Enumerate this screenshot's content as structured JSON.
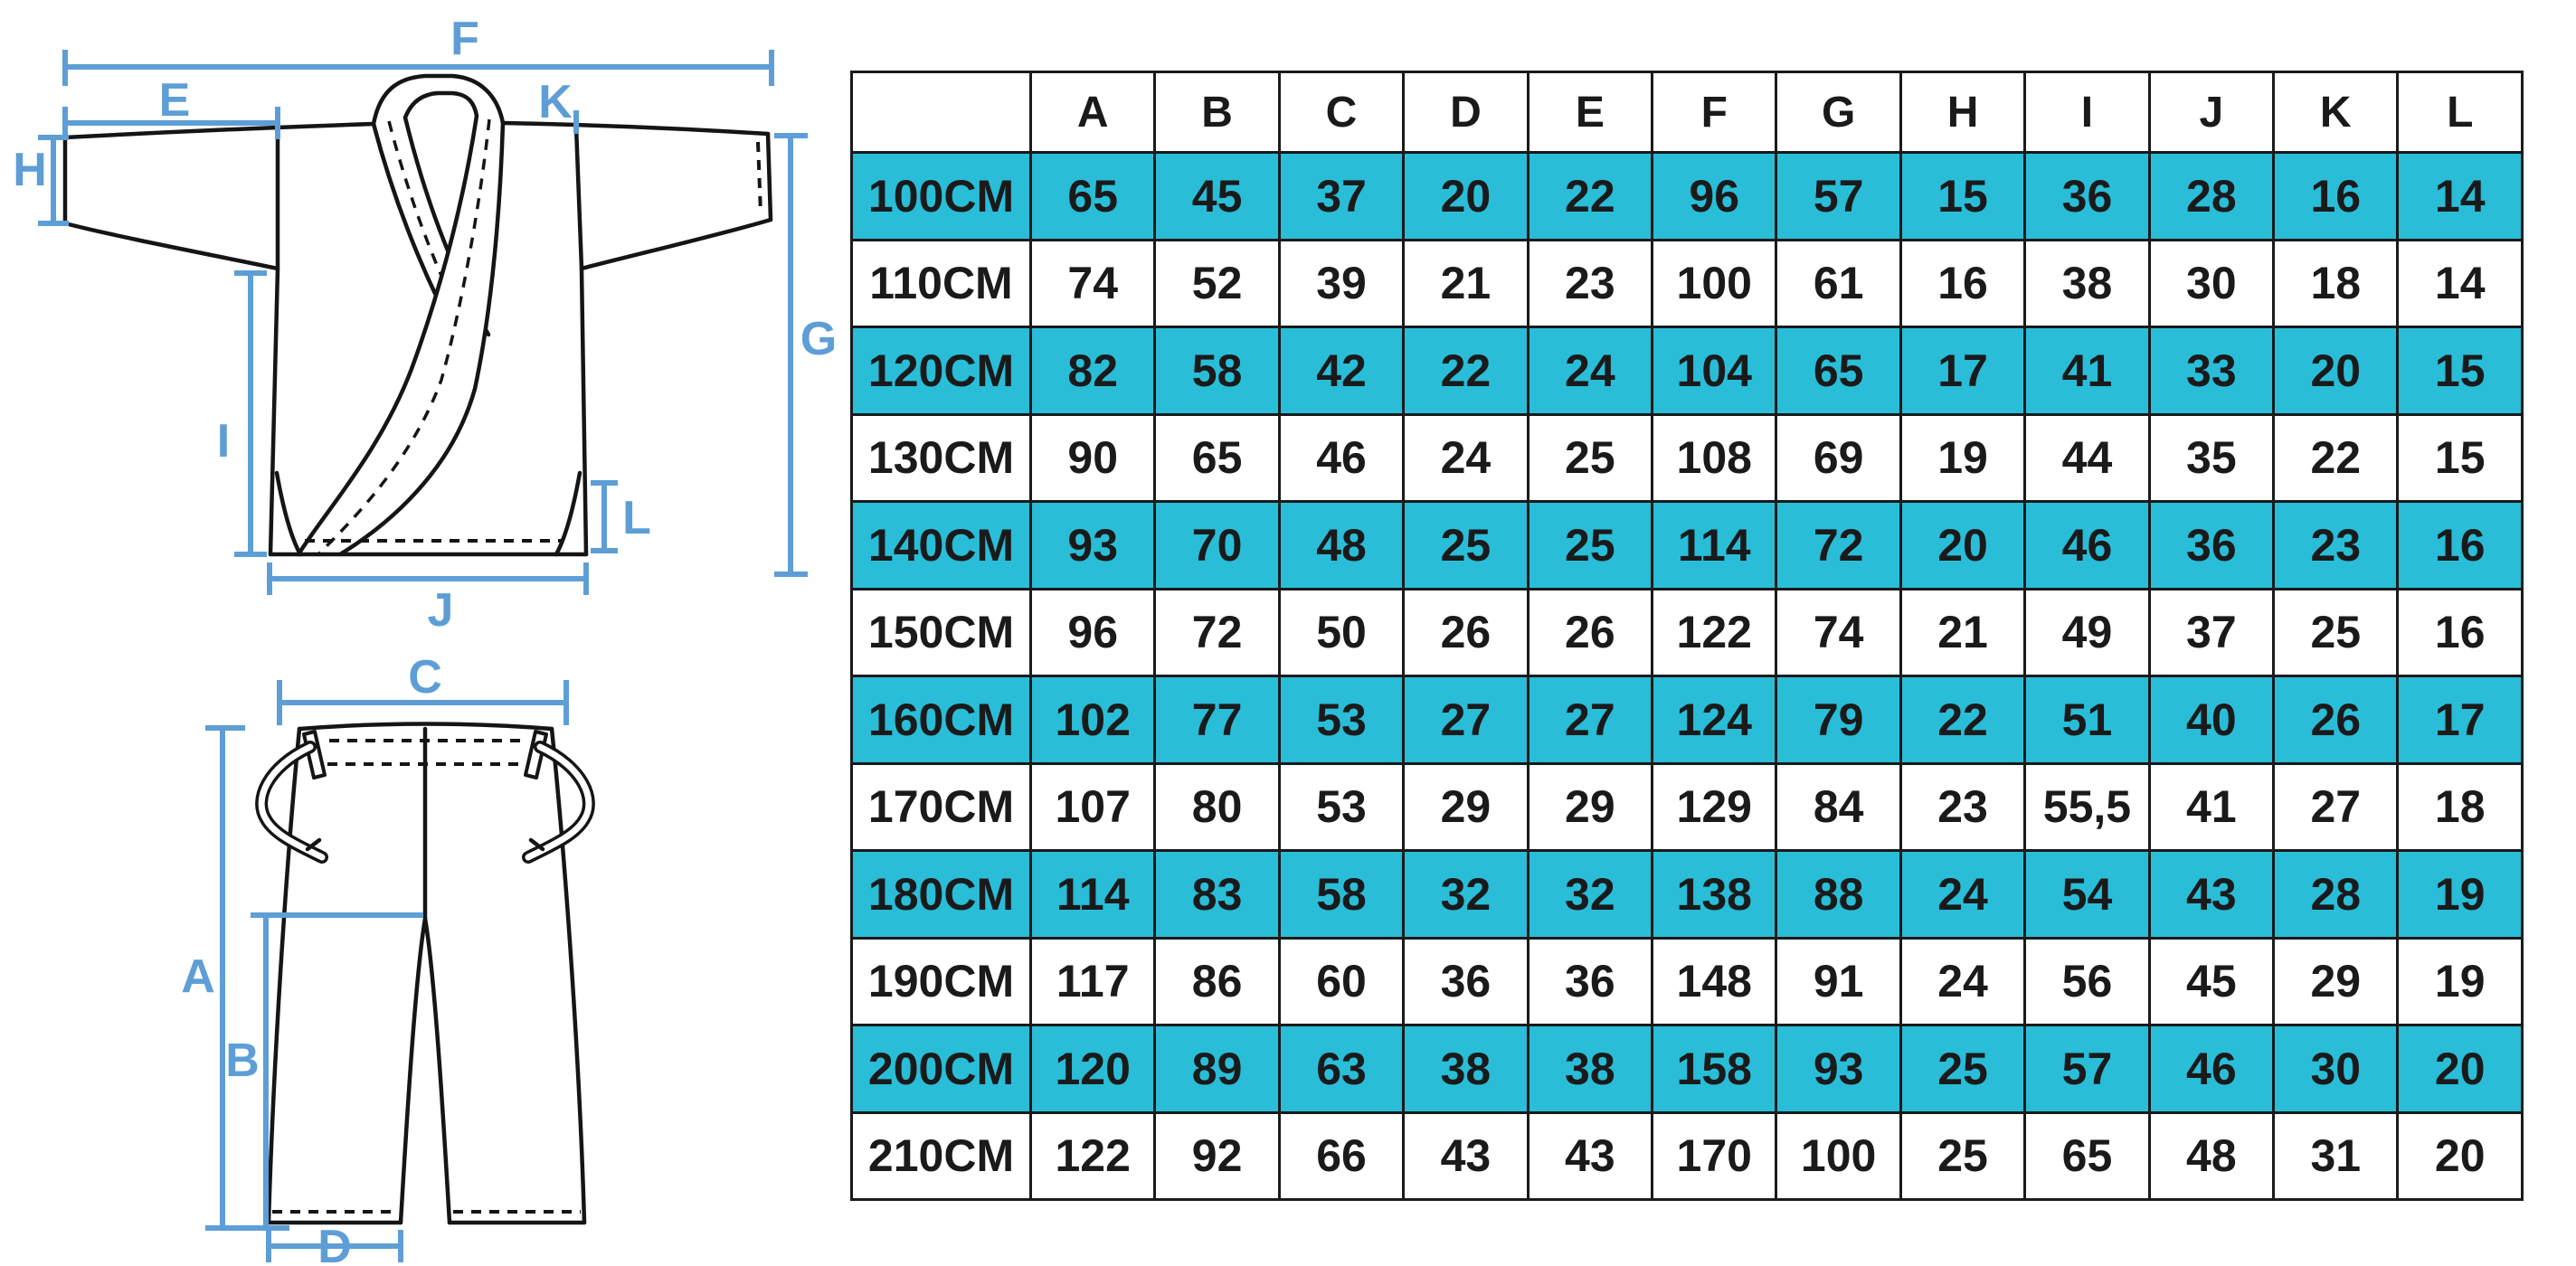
{
  "colors": {
    "highlight_cyan": "#29BDD8",
    "dimension_blue": "#5E9ED6",
    "ink_black": "#1a1a1a"
  },
  "diagram": {
    "jacket": {
      "labels": {
        "F": "F",
        "E": "E",
        "K": "K",
        "H": "H",
        "G": "G",
        "I": "I",
        "L": "L",
        "J": "J"
      }
    },
    "pants": {
      "labels": {
        "C": "C",
        "A": "A",
        "B": "B",
        "D": "D"
      }
    }
  },
  "chart_data": {
    "type": "table",
    "title": "Gi / kimono size chart (measurements per height size)",
    "corner": "",
    "columns": [
      "A",
      "B",
      "C",
      "D",
      "E",
      "F",
      "G",
      "H",
      "I",
      "J",
      "K",
      "L"
    ],
    "rows": [
      {
        "size": "100CM",
        "highlight": true,
        "values": [
          "65",
          "45",
          "37",
          "20",
          "22",
          "96",
          "57",
          "15",
          "36",
          "28",
          "16",
          "14"
        ]
      },
      {
        "size": "110CM",
        "highlight": false,
        "values": [
          "74",
          "52",
          "39",
          "21",
          "23",
          "100",
          "61",
          "16",
          "38",
          "30",
          "18",
          "14"
        ]
      },
      {
        "size": "120CM",
        "highlight": true,
        "values": [
          "82",
          "58",
          "42",
          "22",
          "24",
          "104",
          "65",
          "17",
          "41",
          "33",
          "20",
          "15"
        ]
      },
      {
        "size": "130CM",
        "highlight": false,
        "values": [
          "90",
          "65",
          "46",
          "24",
          "25",
          "108",
          "69",
          "19",
          "44",
          "35",
          "22",
          "15"
        ]
      },
      {
        "size": "140CM",
        "highlight": true,
        "values": [
          "93",
          "70",
          "48",
          "25",
          "25",
          "114",
          "72",
          "20",
          "46",
          "36",
          "23",
          "16"
        ]
      },
      {
        "size": "150CM",
        "highlight": false,
        "values": [
          "96",
          "72",
          "50",
          "26",
          "26",
          "122",
          "74",
          "21",
          "49",
          "37",
          "25",
          "16"
        ]
      },
      {
        "size": "160CM",
        "highlight": true,
        "values": [
          "102",
          "77",
          "53",
          "27",
          "27",
          "124",
          "79",
          "22",
          "51",
          "40",
          "26",
          "17"
        ]
      },
      {
        "size": "170CM",
        "highlight": false,
        "values": [
          "107",
          "80",
          "53",
          "29",
          "29",
          "129",
          "84",
          "23",
          "55,5",
          "41",
          "27",
          "18"
        ]
      },
      {
        "size": "180CM",
        "highlight": true,
        "values": [
          "114",
          "83",
          "58",
          "32",
          "32",
          "138",
          "88",
          "24",
          "54",
          "43",
          "28",
          "19"
        ]
      },
      {
        "size": "190CM",
        "highlight": false,
        "values": [
          "117",
          "86",
          "60",
          "36",
          "36",
          "148",
          "91",
          "24",
          "56",
          "45",
          "29",
          "19"
        ]
      },
      {
        "size": "200CM",
        "highlight": true,
        "values": [
          "120",
          "89",
          "63",
          "38",
          "38",
          "158",
          "93",
          "25",
          "57",
          "46",
          "30",
          "20"
        ]
      },
      {
        "size": "210CM",
        "highlight": false,
        "values": [
          "122",
          "92",
          "66",
          "43",
          "43",
          "170",
          "100",
          "25",
          "65",
          "48",
          "31",
          "20"
        ]
      }
    ]
  }
}
